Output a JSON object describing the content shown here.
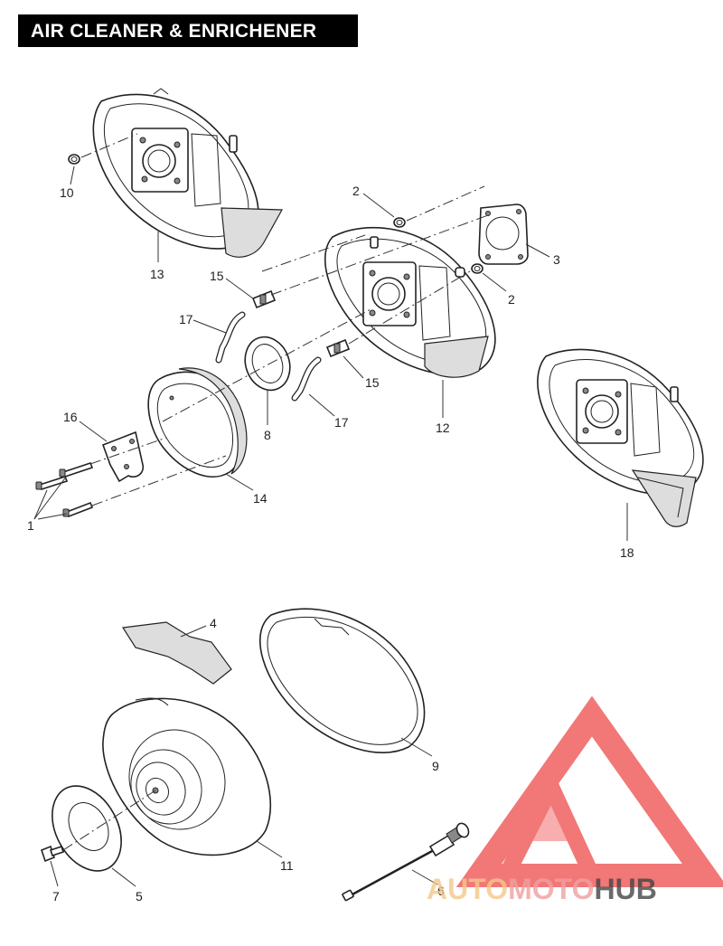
{
  "title": "AIR CLEANER & ENRICHENER",
  "callouts": {
    "c1": "1",
    "c2a": "2",
    "c2b": "2",
    "c3": "3",
    "c4": "4",
    "c5": "5",
    "c6": "6",
    "c7": "7",
    "c8": "8",
    "c9": "9",
    "c10": "10",
    "c11": "11",
    "c12": "12",
    "c13": "13",
    "c14": "14",
    "c15a": "15",
    "c15b": "15",
    "c16": "16",
    "c17a": "17",
    "c17b": "17",
    "c18": "18"
  },
  "watermark": {
    "part1": "AUTO",
    "part2": "MOTO",
    "part3": "HUB",
    "colors": {
      "auto": "#f5c88a",
      "moto": "#f0a0a0",
      "hub": "#444444",
      "logo": "#f06060"
    }
  }
}
